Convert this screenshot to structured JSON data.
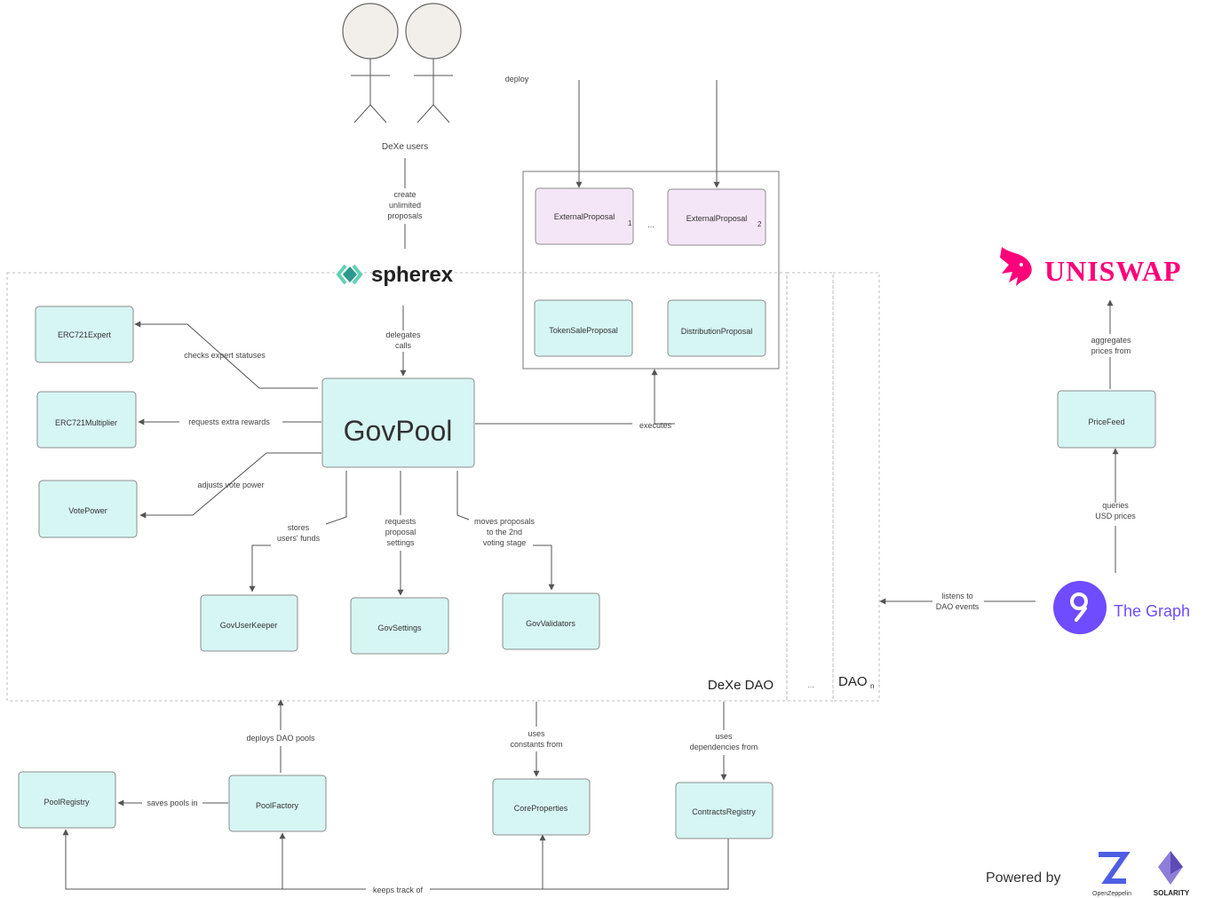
{
  "colors": {
    "node_fill": "#d6f6f4",
    "node_stroke": "#8c8c8c",
    "proposal_fill": "#f5e6f7",
    "uniswap": "#ff007a",
    "graph": "#6f4cff",
    "text": "#333333"
  },
  "actors": {
    "label": "DeXe users"
  },
  "logos": {
    "spherex": "spherex",
    "uniswap": "UNISWAP",
    "the_graph": "The Graph",
    "powered_by": "Powered by",
    "openzeppelin": "OpenZeppelin",
    "solarity": "SOLARITY"
  },
  "regions": {
    "dexe_dao": "DeXe DAO",
    "ellipsis": "...",
    "dao_n": "DAO",
    "dao_n_sub": "n",
    "proposals_ellipsis": "..."
  },
  "nodes": {
    "govpool": "GovPool",
    "erc721expert": "ERC721Expert",
    "erc721multiplier": "ERC721Multiplier",
    "votepower": "VotePower",
    "govuserkeeper": "GovUserKeeper",
    "govsettings": "GovSettings",
    "govvalidators": "GovValidators",
    "external_proposal_1": "ExternalProposal",
    "external_proposal_1_idx": "1",
    "external_proposal_2": "ExternalProposal",
    "external_proposal_2_idx": "2",
    "token_sale_proposal": "TokenSaleProposal",
    "distribution_proposal": "DistributionProposal",
    "pricefeed": "PriceFeed",
    "poolregistry": "PoolRegistry",
    "poolfactory": "PoolFactory",
    "coreproperties": "CoreProperties",
    "contractsregistry": "ContractsRegistry"
  },
  "edges": {
    "deploy": "deploy",
    "create_1": "create",
    "create_2": "unlimited",
    "create_3": "proposals",
    "delegates_1": "delegates",
    "delegates_2": "calls",
    "checks_expert": "checks expert statuses",
    "requests_rewards": "requests extra rewards",
    "adjusts_power": "adjusts vote power",
    "executes": "executes",
    "stores_1": "stores",
    "stores_2": "users' funds",
    "requests_settings_1": "requests",
    "requests_settings_2": "proposal",
    "requests_settings_3": "settings",
    "moves_1": "moves proposals",
    "moves_2": "to the 2nd",
    "moves_3": "voting stage",
    "aggregates_1": "aggregates",
    "aggregates_2": "prices from",
    "queries_1": "queries",
    "queries_2": "USD prices",
    "listens_1": "listens to",
    "listens_2": "DAO events",
    "deploys_pools": "deploys DAO pools",
    "saves_pools": "saves pools in",
    "uses_constants_1": "uses",
    "uses_constants_2": "constants from",
    "uses_deps_1": "uses",
    "uses_deps_2": "dependencies from",
    "keeps_track": "keeps track of"
  }
}
